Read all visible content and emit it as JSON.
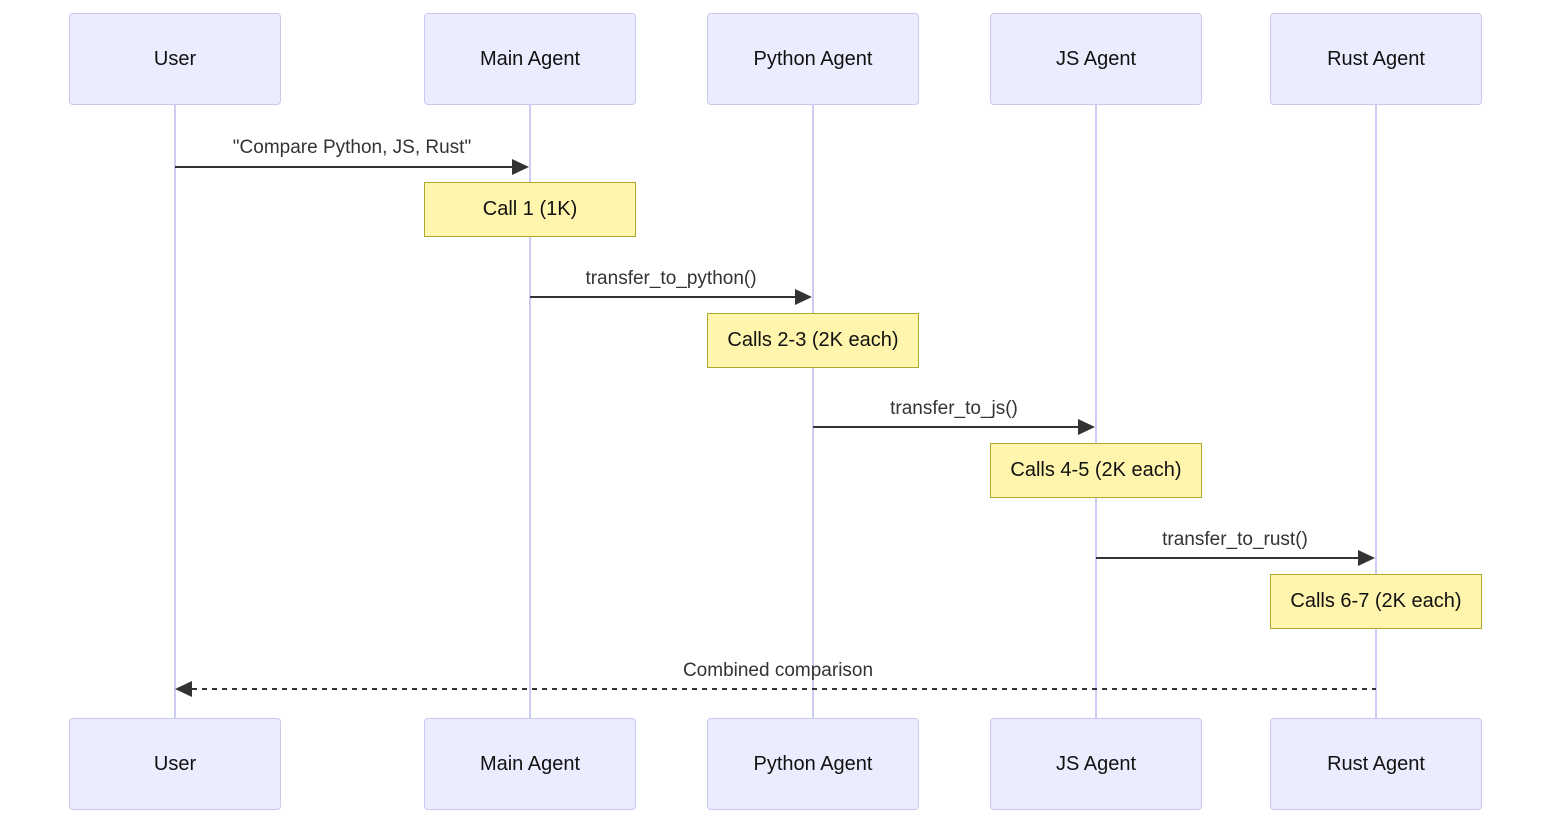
{
  "diagram": {
    "type": "sequence-diagram",
    "participants": [
      {
        "id": "user",
        "label": "User"
      },
      {
        "id": "main-agent",
        "label": "Main Agent"
      },
      {
        "id": "python-agent",
        "label": "Python Agent"
      },
      {
        "id": "js-agent",
        "label": "JS Agent"
      },
      {
        "id": "rust-agent",
        "label": "Rust Agent"
      }
    ],
    "messages": [
      {
        "from": "User",
        "to": "Main Agent",
        "label": "\"Compare Python, JS, Rust\"",
        "line": "solid"
      },
      {
        "from": "Main Agent",
        "to": "Python Agent",
        "label": "transfer_to_python()",
        "line": "solid"
      },
      {
        "from": "Python Agent",
        "to": "JS Agent",
        "label": "transfer_to_js()",
        "line": "solid"
      },
      {
        "from": "JS Agent",
        "to": "Rust Agent",
        "label": "transfer_to_rust()",
        "line": "solid"
      },
      {
        "from": "Rust Agent",
        "to": "User",
        "label": "Combined comparison",
        "line": "dashed"
      }
    ],
    "notes": [
      {
        "over": "Main Agent",
        "label": "Call 1 (1K)"
      },
      {
        "over": "Python Agent",
        "label": "Calls 2-3 (2K each)"
      },
      {
        "over": "JS Agent",
        "label": "Calls 4-5 (2K each)"
      },
      {
        "over": "Rust Agent",
        "label": "Calls 6-7 (2K each)"
      }
    ],
    "colors": {
      "actor_fill": "#ECECFF",
      "actor_border": "#c9c9ef",
      "lifeline": "#ccccf5",
      "note_fill": "#fff5ad",
      "note_border": "#aaaa33",
      "message_line": "#333333",
      "message_text": "#333333"
    }
  }
}
